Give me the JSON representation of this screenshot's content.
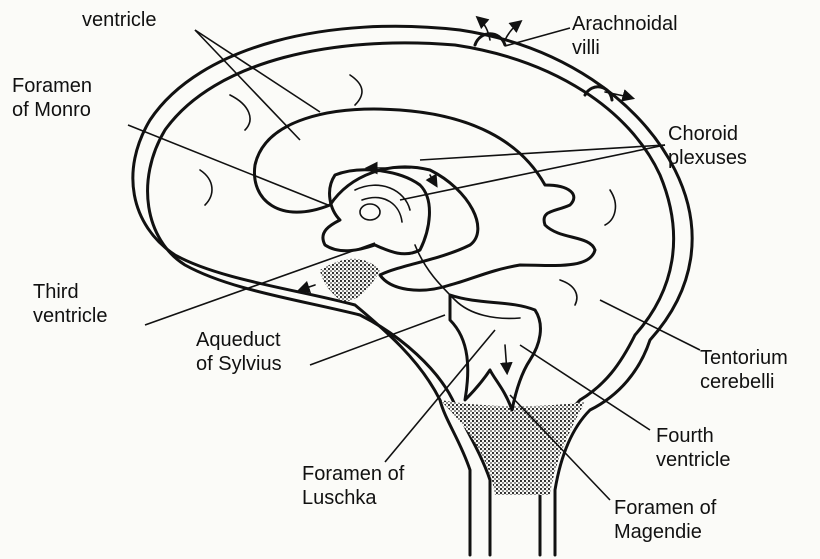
{
  "labels": {
    "lateral_ventricle": [
      "ventricle"
    ],
    "arachnoidal_villi": [
      "Arachnoidal",
      "villi"
    ],
    "foramen_monro": [
      "Foramen",
      "of Monro"
    ],
    "choroid_plexuses": [
      "Choroid",
      "plexuses"
    ],
    "third_ventricle": [
      "Third",
      "ventricle"
    ],
    "aqueduct_sylvius": [
      "Aqueduct",
      "of Sylvius"
    ],
    "tentorium_cerebelli": [
      "Tentorium",
      "cerebelli"
    ],
    "fourth_ventricle": [
      "Fourth",
      "ventricle"
    ],
    "foramen_luschka": [
      "Foramen of",
      "Luschka"
    ],
    "foramen_magendie": [
      "Foramen of",
      "Magendie"
    ]
  },
  "colors": {
    "ink": "#111111",
    "paper": "#fbfbf8",
    "shade": "#555555"
  }
}
